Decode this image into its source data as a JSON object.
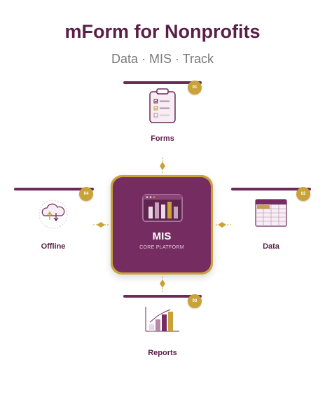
{
  "header": {
    "title": "mForm for Nonprofits",
    "subtitle": "Data · MIS · Track"
  },
  "core": {
    "title": "MIS",
    "subtitle": "CORE PLATFORM",
    "icon": "dashboard-chart-icon"
  },
  "nodes": [
    {
      "id": "forms",
      "label": "Forms",
      "badge": "01",
      "icon": "clipboard-checklist-icon"
    },
    {
      "id": "data",
      "label": "Data",
      "badge": "02",
      "icon": "spreadsheet-table-icon"
    },
    {
      "id": "reports",
      "label": "Reports",
      "badge": "03",
      "icon": "bar-chart-icon"
    },
    {
      "id": "offline",
      "label": "Offline",
      "badge": "04",
      "icon": "cloud-sync-icon"
    }
  ],
  "colors": {
    "primary": "#752d61",
    "accent": "#c9a23a",
    "title": "#5a1f48",
    "subtitle": "#7a7a7a"
  }
}
